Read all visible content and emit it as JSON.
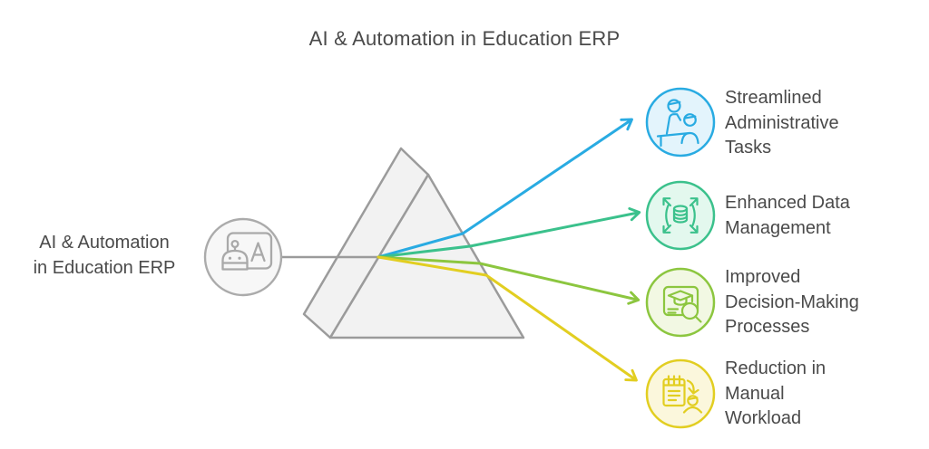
{
  "title": "AI & Automation in Education ERP",
  "source": {
    "label": "AI & Automation\nin Education ERP",
    "icon": "robot-presentation-icon",
    "circle_fill": "#f7f7f7",
    "circle_stroke": "#ababab"
  },
  "outcomes": [
    {
      "label": "Streamlined\nAdministrative\nTasks",
      "icon": "admin-people-desk-icon",
      "color": "#29abe2",
      "fill": "#e3f4fc"
    },
    {
      "label": "Enhanced Data\nManagement",
      "icon": "database-expand-icon",
      "color": "#3bc18c",
      "fill": "#e3f8ee"
    },
    {
      "label": "Improved\nDecision-Making\nProcesses",
      "icon": "graduation-search-icon",
      "color": "#8cc63f",
      "fill": "#f2f8e3"
    },
    {
      "label": "Reduction in\nManual\nWorkload",
      "icon": "checklist-person-icon",
      "color": "#e2ce21",
      "fill": "#fbf7dc"
    }
  ],
  "colors": {
    "text": "#4a4a4a",
    "prism_fill": "#f2f2f2",
    "prism_stroke": "#9b9b9b",
    "connector": "#9b9b9b"
  }
}
